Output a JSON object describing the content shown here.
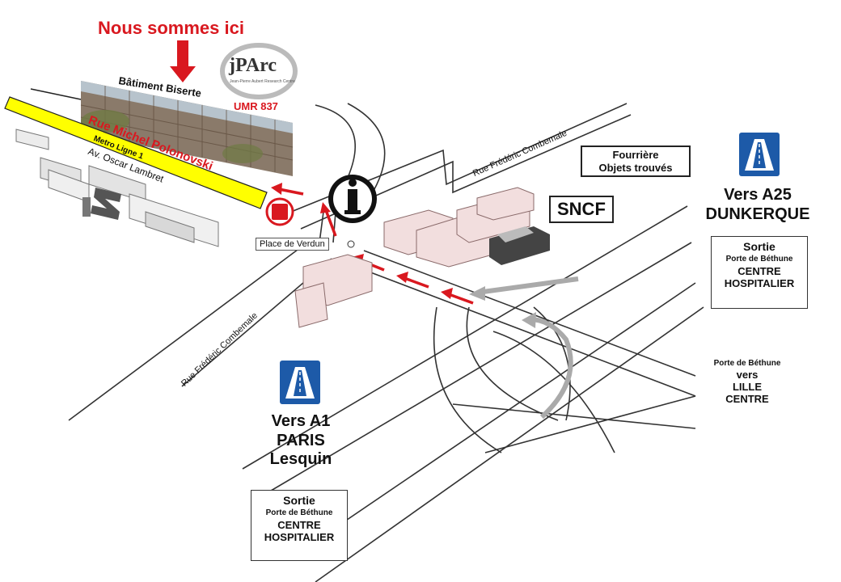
{
  "header": {
    "here_label": "Nous sommes ici",
    "building_label": "Bâtiment Biserte",
    "logo_text": "jPArc",
    "logo_subtext": "Jean-Pierre Aubert Research Centre",
    "umr_label": "UMR 837"
  },
  "streets": {
    "rue_michel": "Rue Michel Polonovski",
    "metro": "Metro Ligne 1",
    "oscar": "Av. Oscar Lambret",
    "combemale_top": "Rue Frédéric Combemale",
    "combemale_left": "Rue Frédéric Combemale",
    "place": "Place de Verdun"
  },
  "pois": {
    "metro_logo": "M",
    "info_logo": "i",
    "sncf": "SNCF",
    "fourriere_line1": "Fourrière",
    "fourriere_line2": "Objets trouvés"
  },
  "destinations": {
    "a25": {
      "line1": "Vers A25",
      "line2": "DUNKERQUE"
    },
    "a1": {
      "line1": "Vers A1",
      "line2": "PARIS",
      "line3": "Lesquin"
    },
    "lille": {
      "line1": "Porte de Béthune",
      "line2": "vers",
      "line3": "LILLE",
      "line4": "CENTRE"
    }
  },
  "exit_right": {
    "title": "Sortie",
    "subtitle": "Porte de Béthune",
    "line1": "CENTRE",
    "line2": "HOSPITALIER"
  },
  "exit_bottom": {
    "title": "Sortie",
    "subtitle": "Porte de Béthune",
    "line1": "CENTRE",
    "line2": "HOSPITALIER"
  },
  "colors": {
    "route_red": "#d9181f",
    "motorway_blue": "#1d5aa8",
    "metro_yellow": "#ffff00",
    "road_line": "#333333"
  }
}
